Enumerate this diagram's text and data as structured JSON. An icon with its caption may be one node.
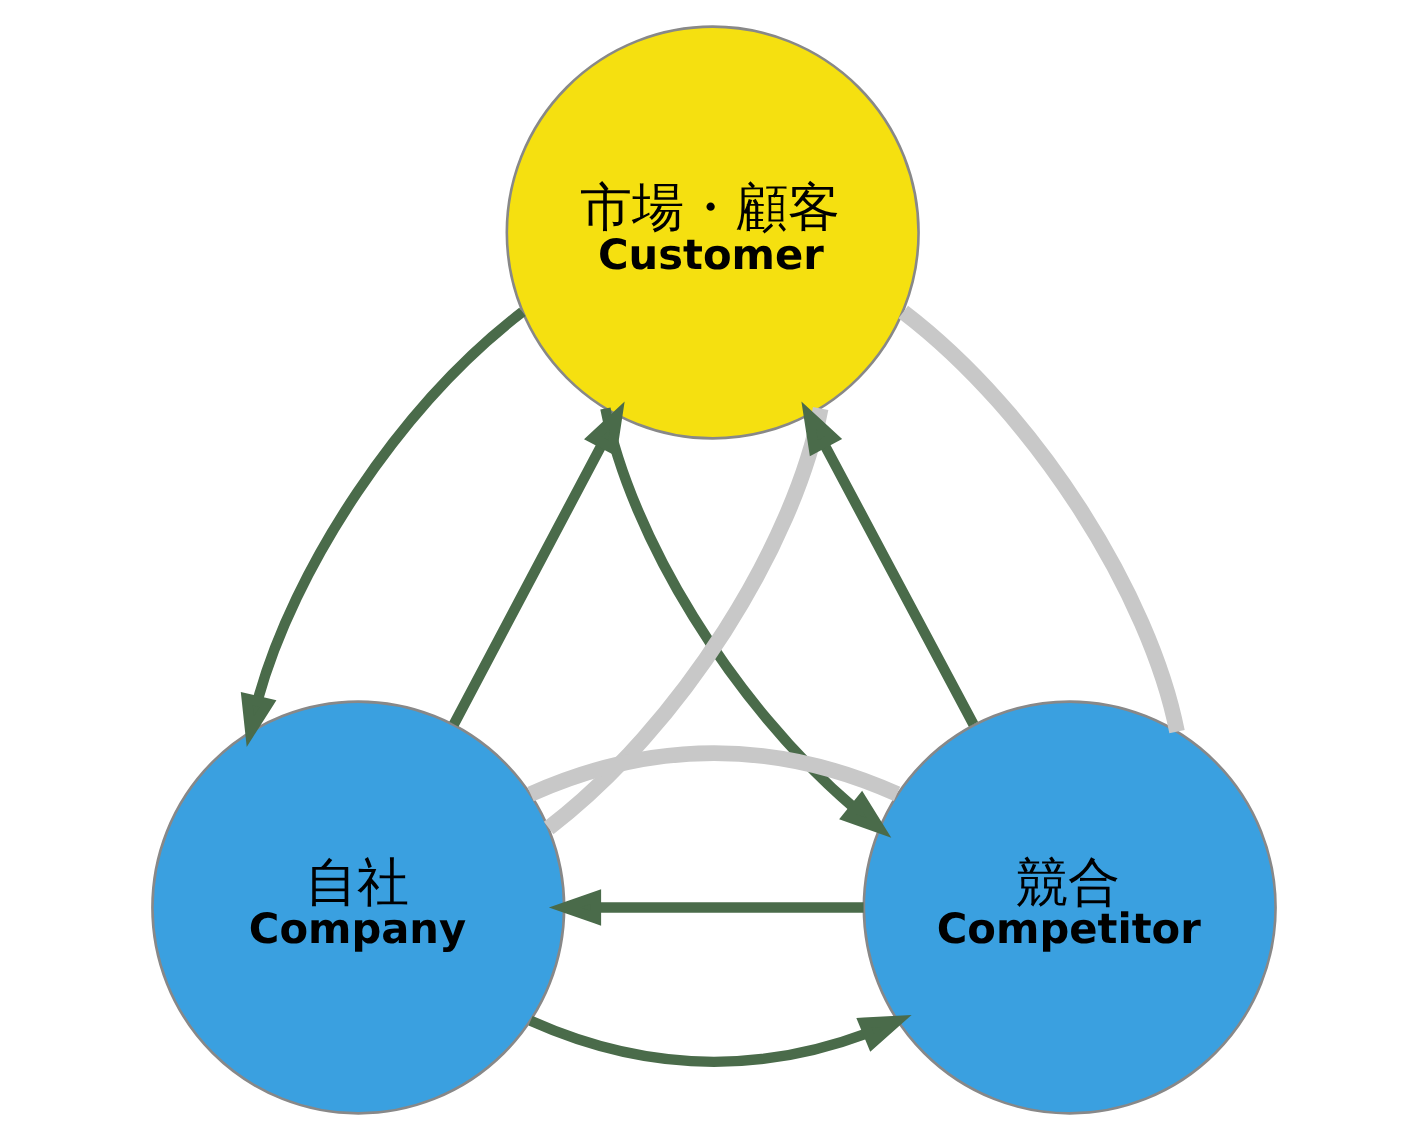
{
  "diagram": {
    "nodes": [
      {
        "text": [
          "市場・顧客",
          "Customer"
        ]
      },
      {
        "text": [
          "自社",
          "Company"
        ]
      },
      {
        "text": [
          "競合",
          "Competitor"
        ]
      }
    ],
    "edges": [
      {
        "from": 1,
        "to": 0,
        "arrow": "to"
      },
      {
        "from": 0,
        "to": 1,
        "arrow": "to"
      },
      {
        "from": 0,
        "to": 2,
        "arrow": "to"
      },
      {
        "from": 2,
        "to": 0,
        "arrow": "to"
      },
      {
        "from": 1,
        "to": 2,
        "arrow": "to"
      },
      {
        "from": 2,
        "to": 1,
        "arrow": "to"
      },
      {
        "from": 1,
        "to": 0,
        "arrow": "none",
        "color": "#c8c8c8"
      },
      {
        "from": 0,
        "to": 2,
        "arrow": "none",
        "color": "#c8c8c8"
      },
      {
        "from": 1,
        "to": 2,
        "arrow": "none",
        "color": "#c8c8c8"
      }
    ]
  }
}
